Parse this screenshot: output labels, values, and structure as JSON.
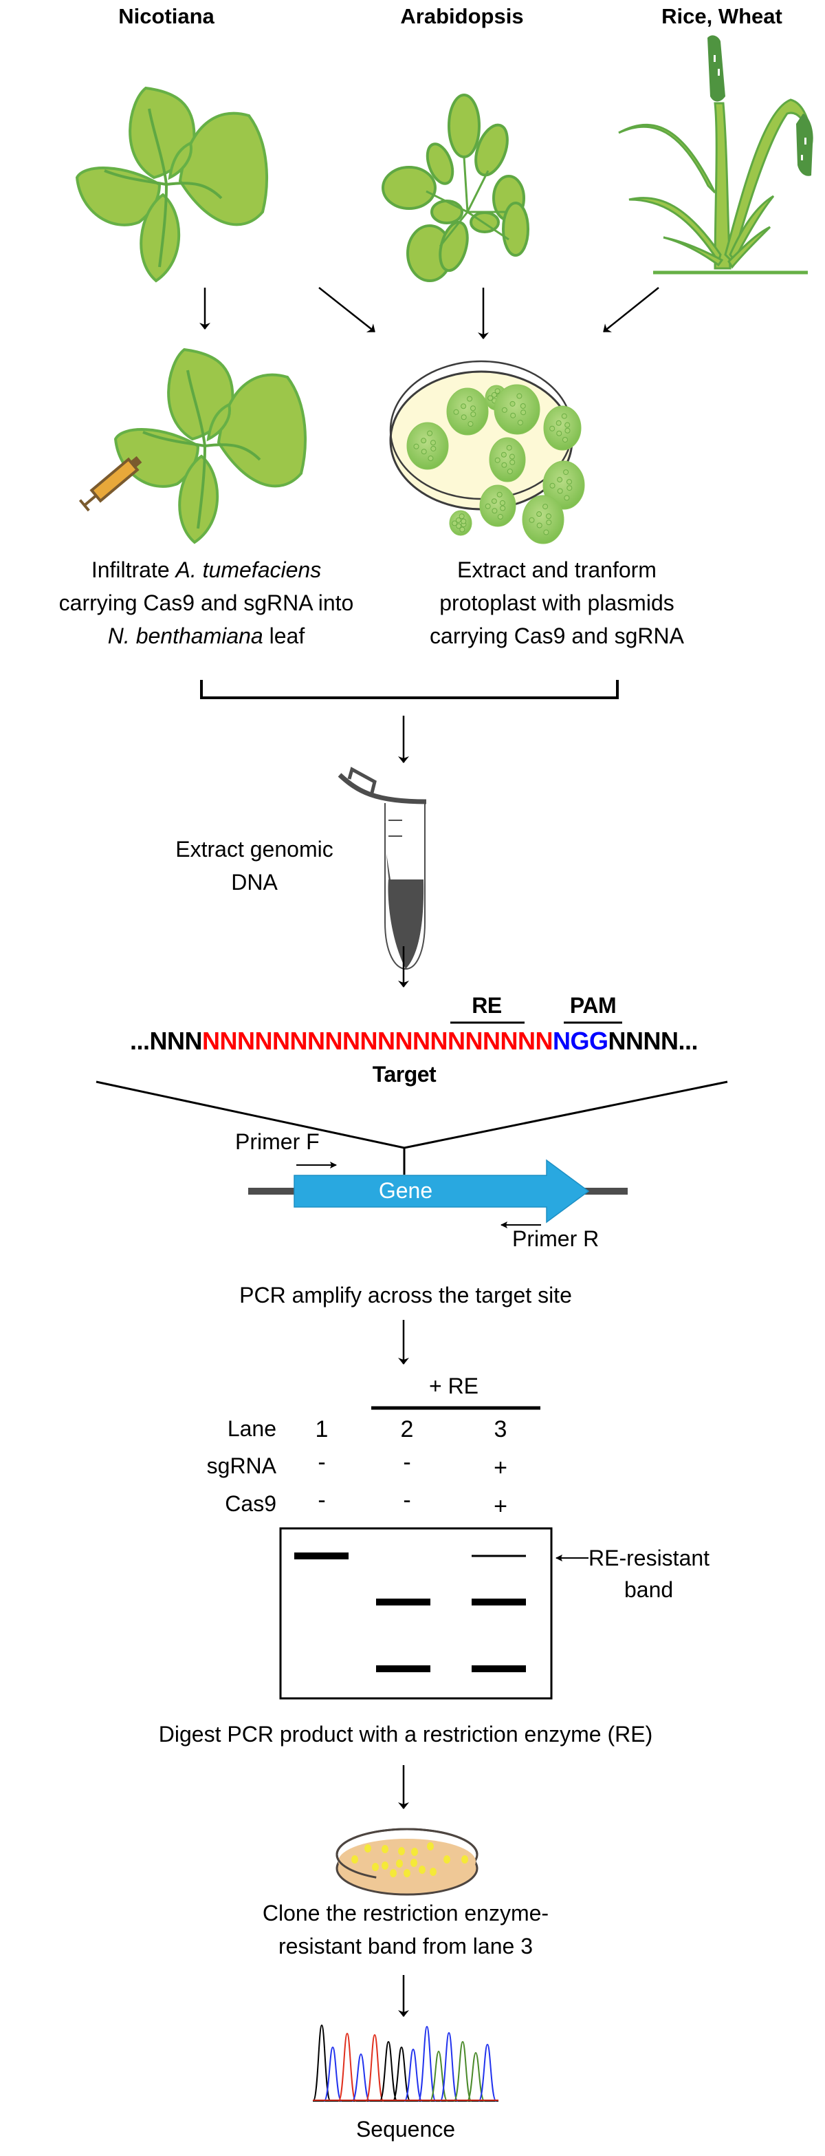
{
  "headers": {
    "nicotiana": "Nicotiana",
    "arabidopsis": "Arabidopsis",
    "rice_wheat": "Rice, Wheat"
  },
  "steps": {
    "infiltrate": {
      "line1_plain": "Infiltrate ",
      "line1_italic": "A. tumefaciens",
      "line2": "carrying Cas9 and sgRNA into",
      "line3_italic": "N. benthamiana",
      "line3_plain": " leaf"
    },
    "protoplast": {
      "line1": "Extract and tranform",
      "line2": "protoplast with plasmids",
      "line3": "carrying Cas9 and sgRNA"
    },
    "extract_dna": {
      "line1": "Extract genomic",
      "line2": "DNA"
    },
    "pcr": "PCR amplify across the target site",
    "digest": "Digest PCR product with a restriction enzyme (RE)",
    "clone": {
      "line1": "Clone the restriction enzyme-",
      "line2": "resistant band from lane 3"
    },
    "sequence": "Sequence"
  },
  "target_sequence": {
    "re_label": "RE",
    "pam_label": "PAM",
    "prefix": "...NNN",
    "target": "NNNNNNNNNNNNNNNNNNNN",
    "pam": "NGG",
    "suffix": "NNNN...",
    "target_label": "Target"
  },
  "gene_diagram": {
    "gene_label": "Gene",
    "primer_f": "Primer F",
    "primer_r": "Primer R"
  },
  "gel": {
    "treatment_label": "+ RE",
    "row_labels": {
      "lane": "Lane",
      "sgrna": "sgRNA",
      "cas9": "Cas9"
    },
    "lanes": [
      {
        "number": "1",
        "sgrna": "-",
        "cas9": "-"
      },
      {
        "number": "2",
        "sgrna": "-",
        "cas9": "-"
      },
      {
        "number": "3",
        "sgrna": "+",
        "cas9": "+"
      }
    ],
    "annotation": {
      "line1": "RE-resistant",
      "line2": "band"
    }
  },
  "colors": {
    "target_red": "#ff0000",
    "pam_blue": "#0000ff",
    "gene_blue": "#29a8e0",
    "leaf_green": "#9cc64a",
    "leaf_dark": "#5fa843",
    "agar_yellow": "#fdf9d6",
    "colony_yellow": "#f5e938",
    "plate_tan": "#efc896"
  }
}
